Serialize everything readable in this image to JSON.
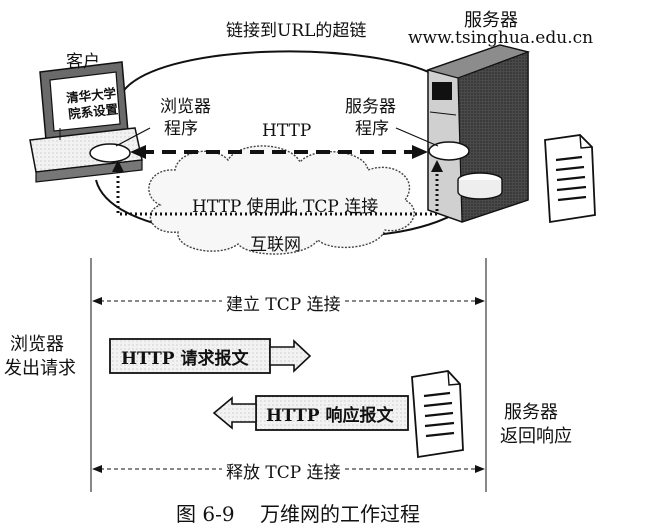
{
  "top": {
    "hyperlink_label": "链接到URL的超链",
    "client_label": "客户",
    "server_label": "服务器",
    "server_host": "www.tsinghua.edu.cn",
    "screen_text_line1": "清华大学",
    "screen_text_line2": "院系设置",
    "browser_program_line1": "浏览器",
    "browser_program_line2": "程序",
    "server_program_line1": "服务器",
    "server_program_line2": "程序",
    "http_label": "HTTP",
    "tcp_cloud_label": "HTTP 使用此 TCP 连接",
    "internet_label": "互联网"
  },
  "sequence": {
    "establish_tcp": "建立 TCP 连接",
    "browser_request_line1": "浏览器",
    "browser_request_line2": "发出请求",
    "http_request": "HTTP 请求报文",
    "http_response": "HTTP 响应报文",
    "server_response_line1": "服务器",
    "server_response_line2": "返回响应",
    "release_tcp": "释放 TCP 连接"
  },
  "caption": "图 6-9    万维网的工作过程",
  "colors": {
    "ink": "#111111",
    "box_fill": "#d9d9d9",
    "server_dark": "#3a3a3a"
  }
}
